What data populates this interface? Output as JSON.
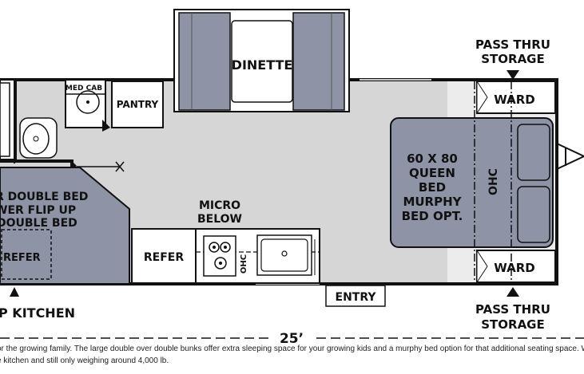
{
  "labels": {
    "dinette": "DINETTE",
    "pass_thru_top_1": "PASS THRU",
    "pass_thru_top_2": "STORAGE",
    "pass_thru_bottom_1": "PASS THRU",
    "pass_thru_bottom_2": "STORAGE",
    "ward_top": "WARD",
    "ward_bottom": "WARD",
    "med_cab": "MED CAB",
    "pantry": "PANTRY",
    "bed_1": "60 X 80",
    "bed_2": "QUEEN",
    "bed_3": "BED",
    "bed_4": "MURPHY",
    "bed_5": "BED OPT.",
    "ohc_bed": "OHC",
    "ohc_kitchen": "OHC",
    "bunk_1": "R DOUBLE BED",
    "bunk_2": "WER FLIP UP",
    "bunk_3": "DOUBLE BED",
    "bunk_refer": "REFER",
    "micro_1": "MICRO",
    "micro_2": "BELOW",
    "refer": "REFER",
    "entry": "ENTRY",
    "kitchen": "P KITCHEN",
    "length": "25’"
  },
  "description": {
    "line1": "or the growing family. The large double over double bunks offer extra sleeping space for your growing kids and a murphy bed option for that additional seating space. We",
    "line2": "e kitchen and still only weighing around 4,000 lb."
  },
  "colors": {
    "floor": "#d6d6d6",
    "furniture": "#8f93a6",
    "wall": "#111111",
    "counter": "#ffffff"
  }
}
